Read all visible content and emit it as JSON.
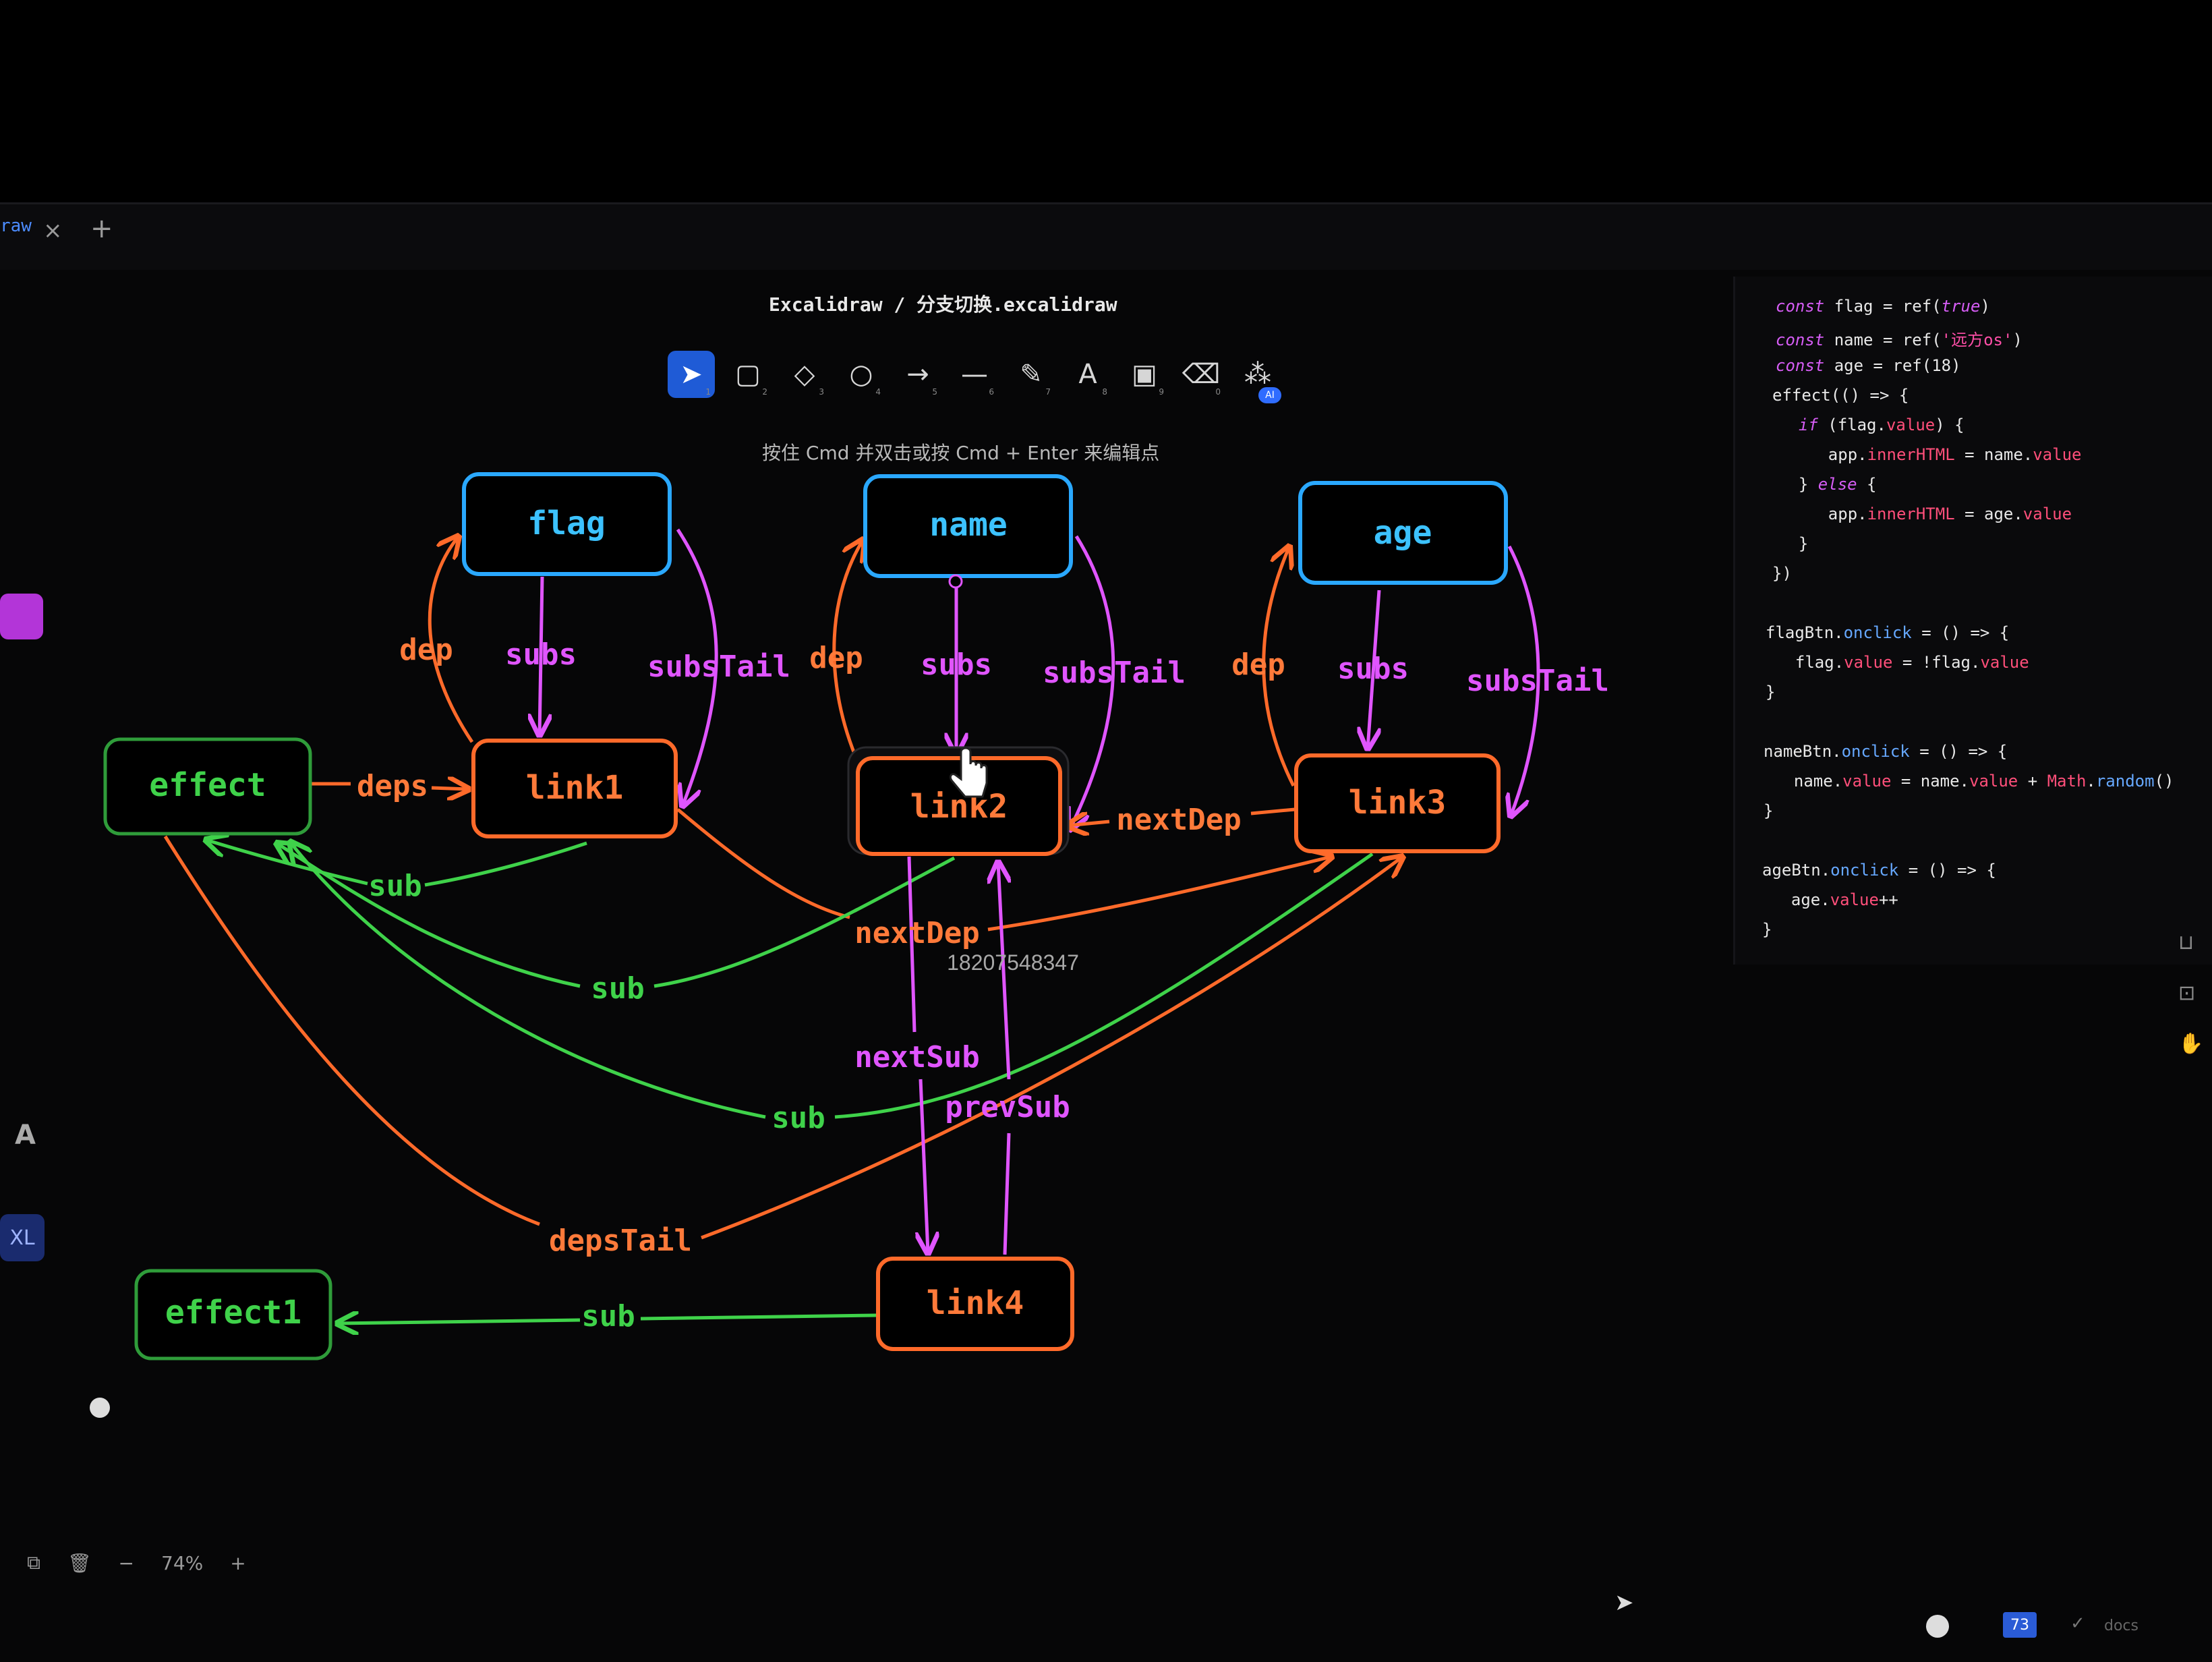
{
  "tabs": {
    "active_tab": "raw",
    "close": "×",
    "add": "+"
  },
  "title": "Excalidraw / 分支切换.excalidraw",
  "hint": "按住 Cmd 并双击或按 Cmd + Enter 来编辑点",
  "toolbar": [
    {
      "icon": "pointer-icon",
      "glyph": "➤",
      "key": "1",
      "active": true
    },
    {
      "icon": "rectangle-icon",
      "glyph": "▢",
      "key": "2"
    },
    {
      "icon": "diamond-icon",
      "glyph": "◇",
      "key": "3"
    },
    {
      "icon": "ellipse-icon",
      "glyph": "○",
      "key": "4"
    },
    {
      "icon": "arrow-icon",
      "glyph": "→",
      "key": "5"
    },
    {
      "icon": "line-icon",
      "glyph": "—",
      "key": "6"
    },
    {
      "icon": "pencil-icon",
      "glyph": "✎",
      "key": "7"
    },
    {
      "icon": "text-icon",
      "glyph": "A",
      "key": "8"
    },
    {
      "icon": "image-icon",
      "glyph": "▣",
      "key": "9"
    },
    {
      "icon": "eraser-icon",
      "glyph": "⌫",
      "key": "0"
    },
    {
      "icon": "shapes-icon",
      "glyph": "⁂",
      "key": "",
      "badge": "AI"
    }
  ],
  "colors": {
    "blue_node": "#2aa8ff",
    "orange": "#ff6a2a",
    "magenta": "#e055ff",
    "green": "#3fd24a",
    "green_dark": "#2f9c3a"
  },
  "diagram": {
    "nodes": {
      "flag": "flag",
      "name": "name",
      "age": "age",
      "effect": "effect",
      "link1": "link1",
      "link2": "link2",
      "link3": "link3",
      "link4": "link4",
      "effect1": "effect1"
    },
    "labels": {
      "dep1": "dep",
      "subs1": "subs",
      "subsTail1": "subsTail",
      "dep2": "dep",
      "subs2": "subs",
      "subsTail2": "subsTail",
      "dep3": "dep",
      "subs3": "subs",
      "subsTail3": "subsTail",
      "deps": "deps",
      "sub_top": "sub",
      "sub_mid": "sub",
      "sub_low": "sub",
      "sub_effect1": "sub",
      "nextDep_right": "nextDep",
      "nextDep_mid": "nextDep",
      "nextSub": "nextSub",
      "prevSub": "prevSub",
      "depsTail": "depsTail",
      "watermark": "18207548347"
    }
  },
  "code": [
    "const flag = ref(true)",
    "const name = ref('远方os')",
    "const age = ref(18)",
    "effect(() => {",
    "  if (flag.value) {",
    "    app.innerHTML = name.value",
    "  } else {",
    "    app.innerHTML = age.value",
    "  }",
    "})",
    "",
    "flagBtn.onclick = () => {",
    "  flag.value = !flag.value",
    "}",
    "",
    "nameBtn.onclick = () => {",
    "  name.value = name.value + Math.random()",
    "}",
    "",
    "ageBtn.onclick = () => {",
    "  age.value++",
    "}"
  ],
  "bottom": {
    "zoom": "74%",
    "zoom_out": "−",
    "zoom_in": "+",
    "badge": "73",
    "check": "✓",
    "docs": "docs"
  },
  "left_rail": {
    "xl": "XL",
    "a": "A"
  }
}
